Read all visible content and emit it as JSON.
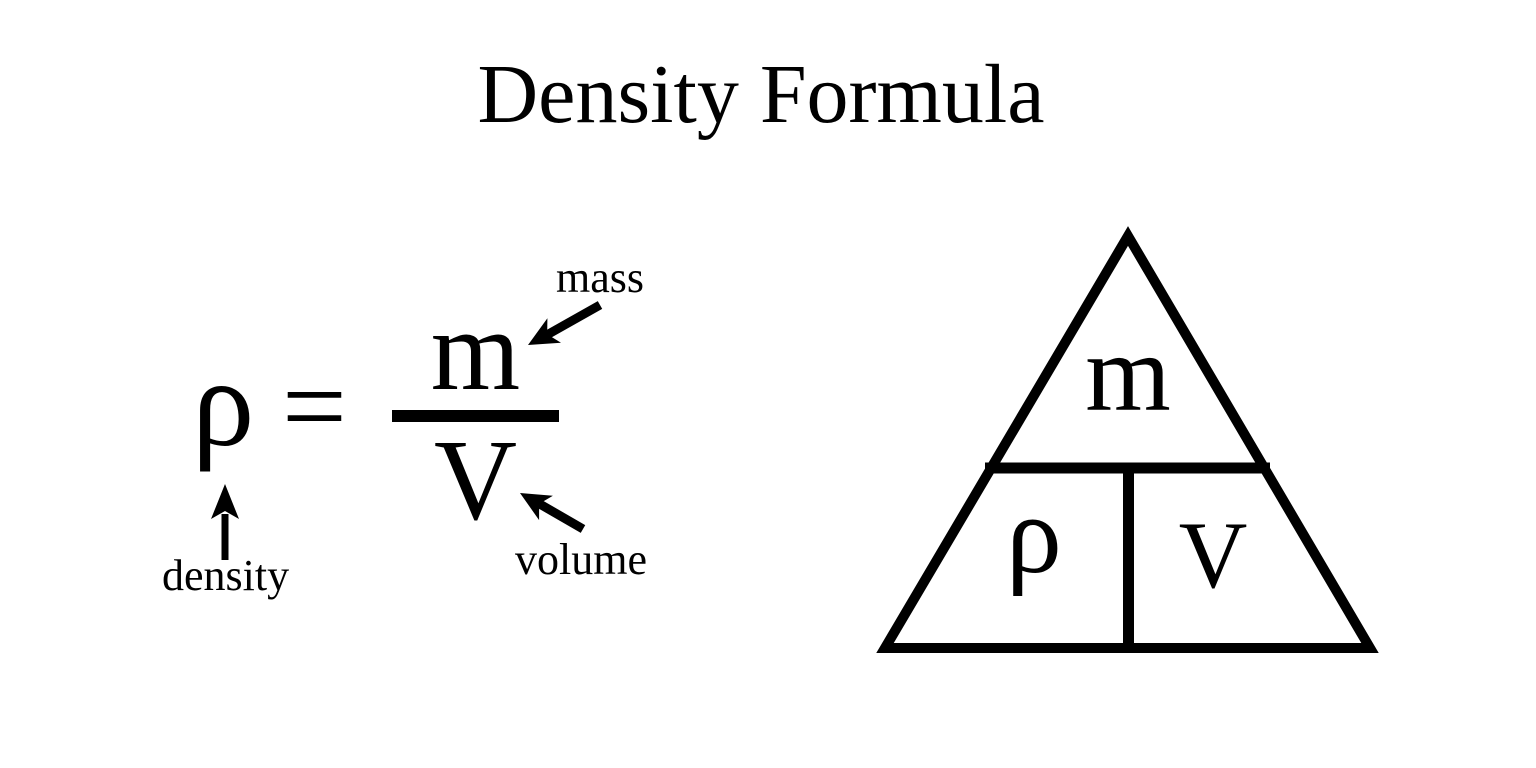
{
  "colors": {
    "background": "#ffffff",
    "ink": "#000000"
  },
  "title": "Density Formula",
  "equation": {
    "rho": "ρ",
    "equals": "=",
    "numerator": "m",
    "denominator": "V"
  },
  "labels": {
    "mass": "mass",
    "volume": "volume",
    "density": "density"
  },
  "triangle": {
    "top": "m",
    "bottom_left": "ρ",
    "bottom_right": "V"
  }
}
